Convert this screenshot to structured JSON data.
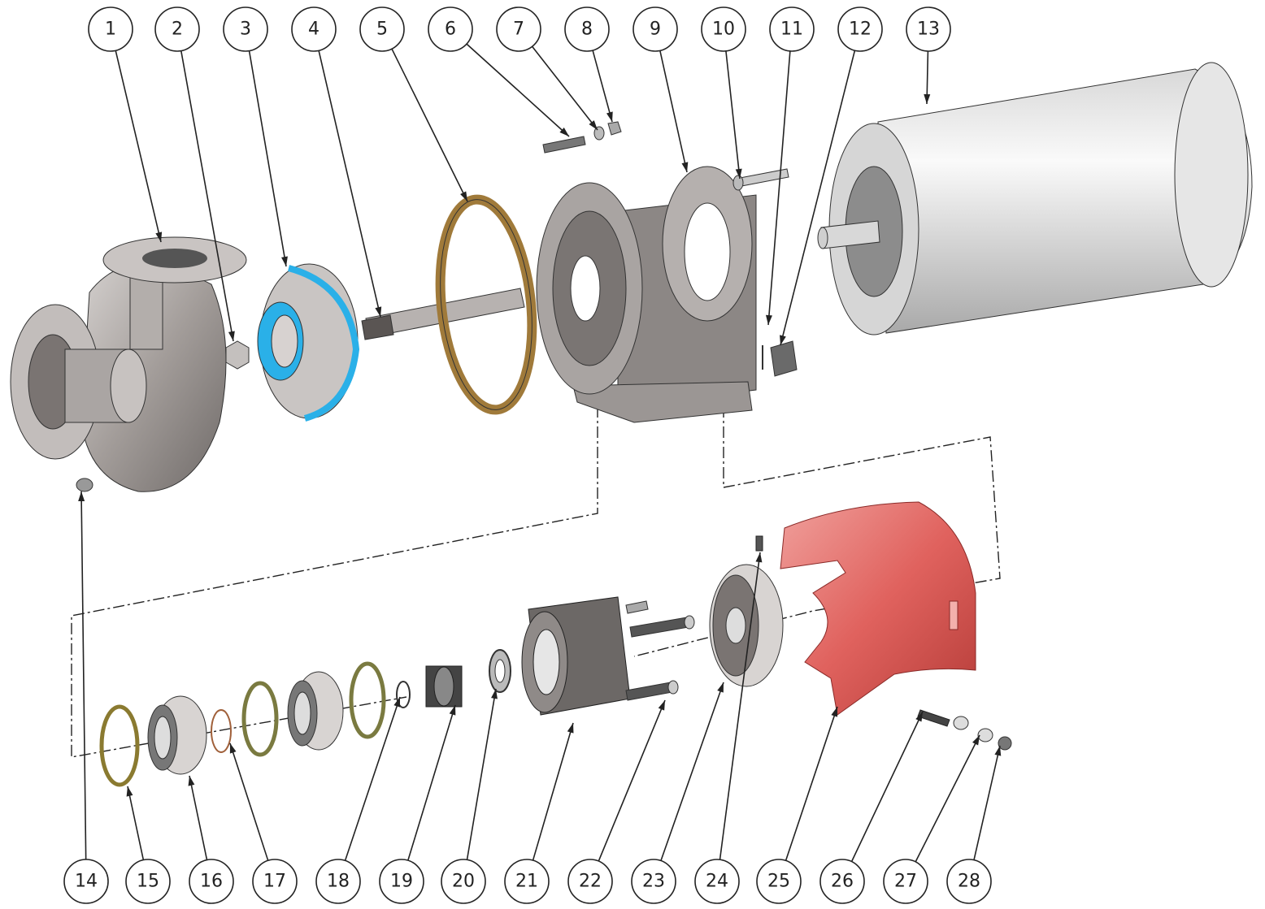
{
  "title": "Pump exploded assembly view",
  "balloons": [
    {
      "label": "1"
    },
    {
      "label": "2"
    },
    {
      "label": "3"
    },
    {
      "label": "4"
    },
    {
      "label": "5"
    },
    {
      "label": "6"
    },
    {
      "label": "7"
    },
    {
      "label": "8"
    },
    {
      "label": "9"
    },
    {
      "label": "10"
    },
    {
      "label": "11"
    },
    {
      "label": "12"
    },
    {
      "label": "13"
    },
    {
      "label": "14"
    },
    {
      "label": "15"
    },
    {
      "label": "16"
    },
    {
      "label": "17"
    },
    {
      "label": "18"
    },
    {
      "label": "19"
    },
    {
      "label": "20"
    },
    {
      "label": "21"
    },
    {
      "label": "22"
    },
    {
      "label": "23"
    },
    {
      "label": "24"
    },
    {
      "label": "25"
    },
    {
      "label": "26"
    },
    {
      "label": "27"
    },
    {
      "label": "28"
    }
  ],
  "colors": {
    "metal": "#b9b4b2",
    "metal_dark": "#6f6a68",
    "impeller_accent": "#2ab0e8",
    "gasket": "#a07a3a",
    "guard": "#e06a66",
    "motor": "#e4e4e4"
  }
}
